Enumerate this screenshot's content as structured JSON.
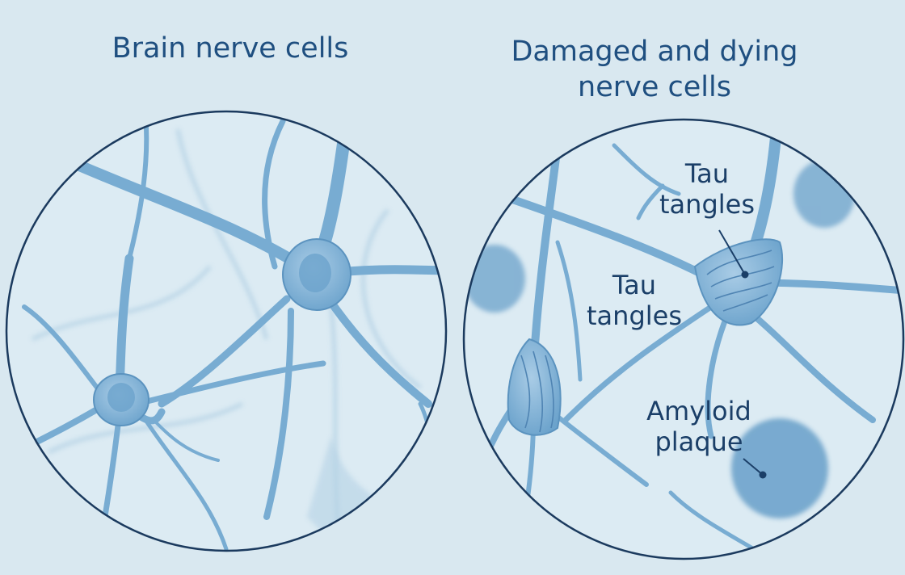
{
  "titles": {
    "left": "Brain nerve cells",
    "right_line1": "Damaged and dying",
    "right_line2": "nerve cells"
  },
  "labels": {
    "tau_upper_line1": "Tau",
    "tau_upper_line2": "tangles",
    "tau_lower_line1": "Tau",
    "tau_lower_line2": "tangles",
    "amyloid_line1": "Amyloid",
    "amyloid_line2": "plaque"
  },
  "colors": {
    "background": "#d9e8f0",
    "circle_outline": "#1b3a5e",
    "neuron": "#7fb0d3",
    "neuron_outline": "#5b93bf",
    "plaque": "#4f8fc0",
    "text": "#1f4f80"
  }
}
